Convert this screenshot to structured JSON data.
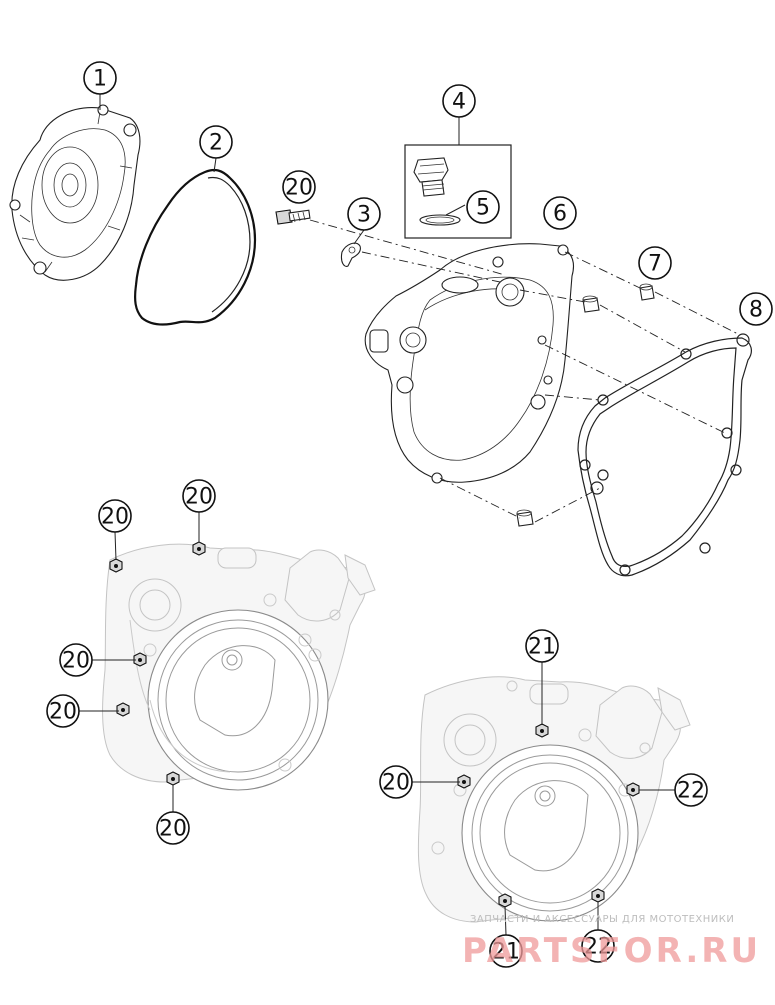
{
  "callouts": {
    "c1": "1",
    "c2": "2",
    "c3": "3",
    "c4": "4",
    "c5": "5",
    "c6": "6",
    "c7": "7",
    "c8": "8",
    "c20a": "20",
    "c20b": "20",
    "c20c": "20",
    "c20d": "20",
    "c20e": "20",
    "c20f": "20",
    "c20g": "20",
    "c21a": "21",
    "c21b": "21",
    "c22a": "22",
    "c22b": "22"
  },
  "watermark": {
    "tagline": "ЗАПЧАСТИ И АКСЕССУАРЫ ДЛЯ МОТОТЕХНИКИ",
    "logo": "PARTSFOR.RU"
  }
}
